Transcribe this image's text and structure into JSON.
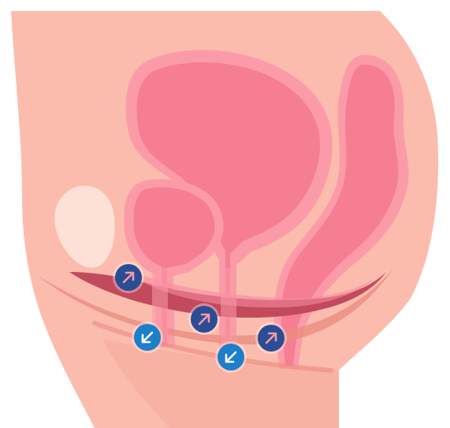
{
  "diagram": {
    "subject": "pelvic-floor-cross-section",
    "colors": {
      "background": "#ffffff",
      "body": "#fbbcae",
      "body_shadow": "#f5a99a",
      "organ_outline": "#fc9ba8",
      "organ_fill": "#f57e93",
      "pubic_bone": "#fde0d6",
      "muscle_dark": "#c24a5c",
      "muscle_pink": "#f68aa0",
      "muscle_edge": "#ea8c7f",
      "badge_up": "#2a4d94",
      "badge_down": "#1d7ec9",
      "arrow_up": "#f49aa4",
      "arrow_down": "#ffffff"
    },
    "icons": {
      "up": "arrow-up-right-icon",
      "down": "arrow-down-left-icon"
    },
    "markers": [
      {
        "direction": "up"
      },
      {
        "direction": "down"
      },
      {
        "direction": "up"
      },
      {
        "direction": "down"
      },
      {
        "direction": "up"
      }
    ]
  }
}
